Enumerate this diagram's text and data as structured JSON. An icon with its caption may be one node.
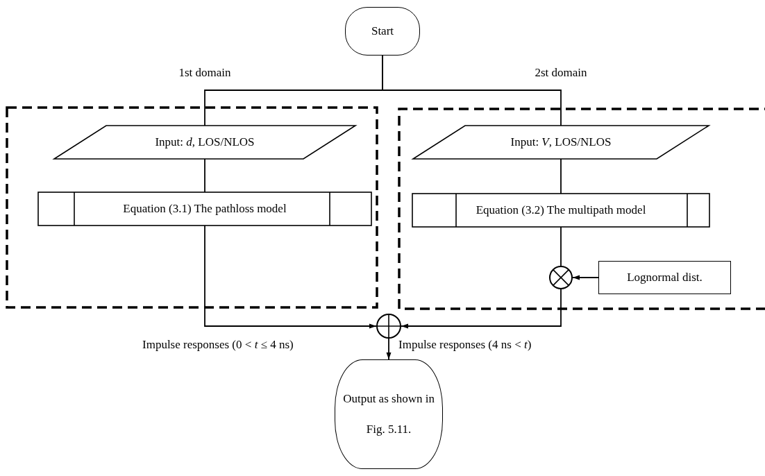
{
  "diagram": {
    "nodes": [
      {
        "text": [
          "Start"
        ]
      },
      {
        "text": [
          "1st domain"
        ]
      },
      {
        "text": [
          "Input: *d*, LOS/NLOS"
        ],
        "in": 1
      },
      {
        "text": [
          "Equation (3.1) The pathloss model"
        ],
        "in": 1
      },
      {
        "text": [
          "2st domain"
        ]
      },
      {
        "text": [
          "Input: *V*, LOS/NLOS"
        ],
        "in": 4
      },
      {
        "text": [
          "Equation (3.2) The multipath model"
        ],
        "in": 4
      },
      {
        "text": [],
        "shape": "circle",
        "in": 4
      },
      {
        "text": [
          "Lognormal dist."
        ],
        "in": 4
      },
      {
        "text": [],
        "shape": "circle"
      },
      {
        "text": [
          "Output as shown in Fig. 5.11."
        ]
      }
    ],
    "edges": [
      {
        "from": 0,
        "to": 2,
        "arrow": "none"
      },
      {
        "from": 0,
        "to": 5,
        "arrow": "none"
      },
      {
        "from": 2,
        "to": 3,
        "arrow": "none"
      },
      {
        "from": 5,
        "to": 6,
        "arrow": "none"
      },
      {
        "from": 3,
        "to": 9,
        "arrow": "to"
      },
      {
        "from": 6,
        "to": 7,
        "arrow": "none"
      },
      {
        "from": 8,
        "to": 7,
        "arrow": "to"
      },
      {
        "from": 7,
        "to": 9,
        "arrow": "to"
      },
      {
        "from": 9,
        "to": 10,
        "arrow": "to"
      }
    ],
    "labels": [
      "Impulse responses (0 < *t* ≤ 4 ns)",
      "Impulse responses (4 ns < *t*)"
    ]
  }
}
